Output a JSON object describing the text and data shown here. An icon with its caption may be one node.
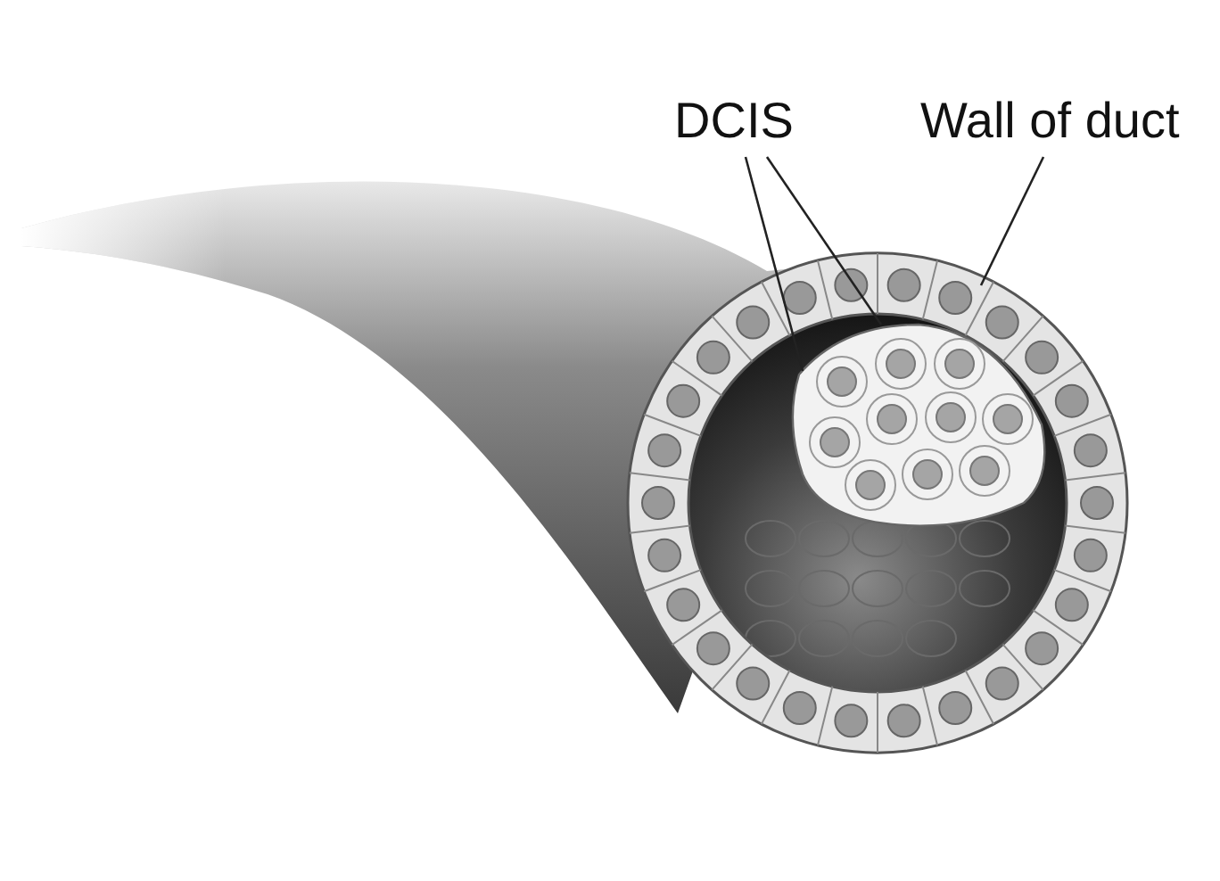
{
  "diagram": {
    "nodes": [
      {
        "text": [
          "DCIS"
        ]
      },
      {
        "text": [
          "Wall of duct"
        ]
      },
      {
        "text": [],
        "shape": "picture",
        "in": 3
      },
      {
        "text": [],
        "shape": "picture"
      }
    ],
    "edges": [
      {
        "from": 0,
        "to": 2,
        "arrow": "none"
      },
      {
        "from": 0,
        "to": 2,
        "arrow": "none"
      },
      {
        "from": 1,
        "to": 3,
        "arrow": "none"
      }
    ]
  }
}
